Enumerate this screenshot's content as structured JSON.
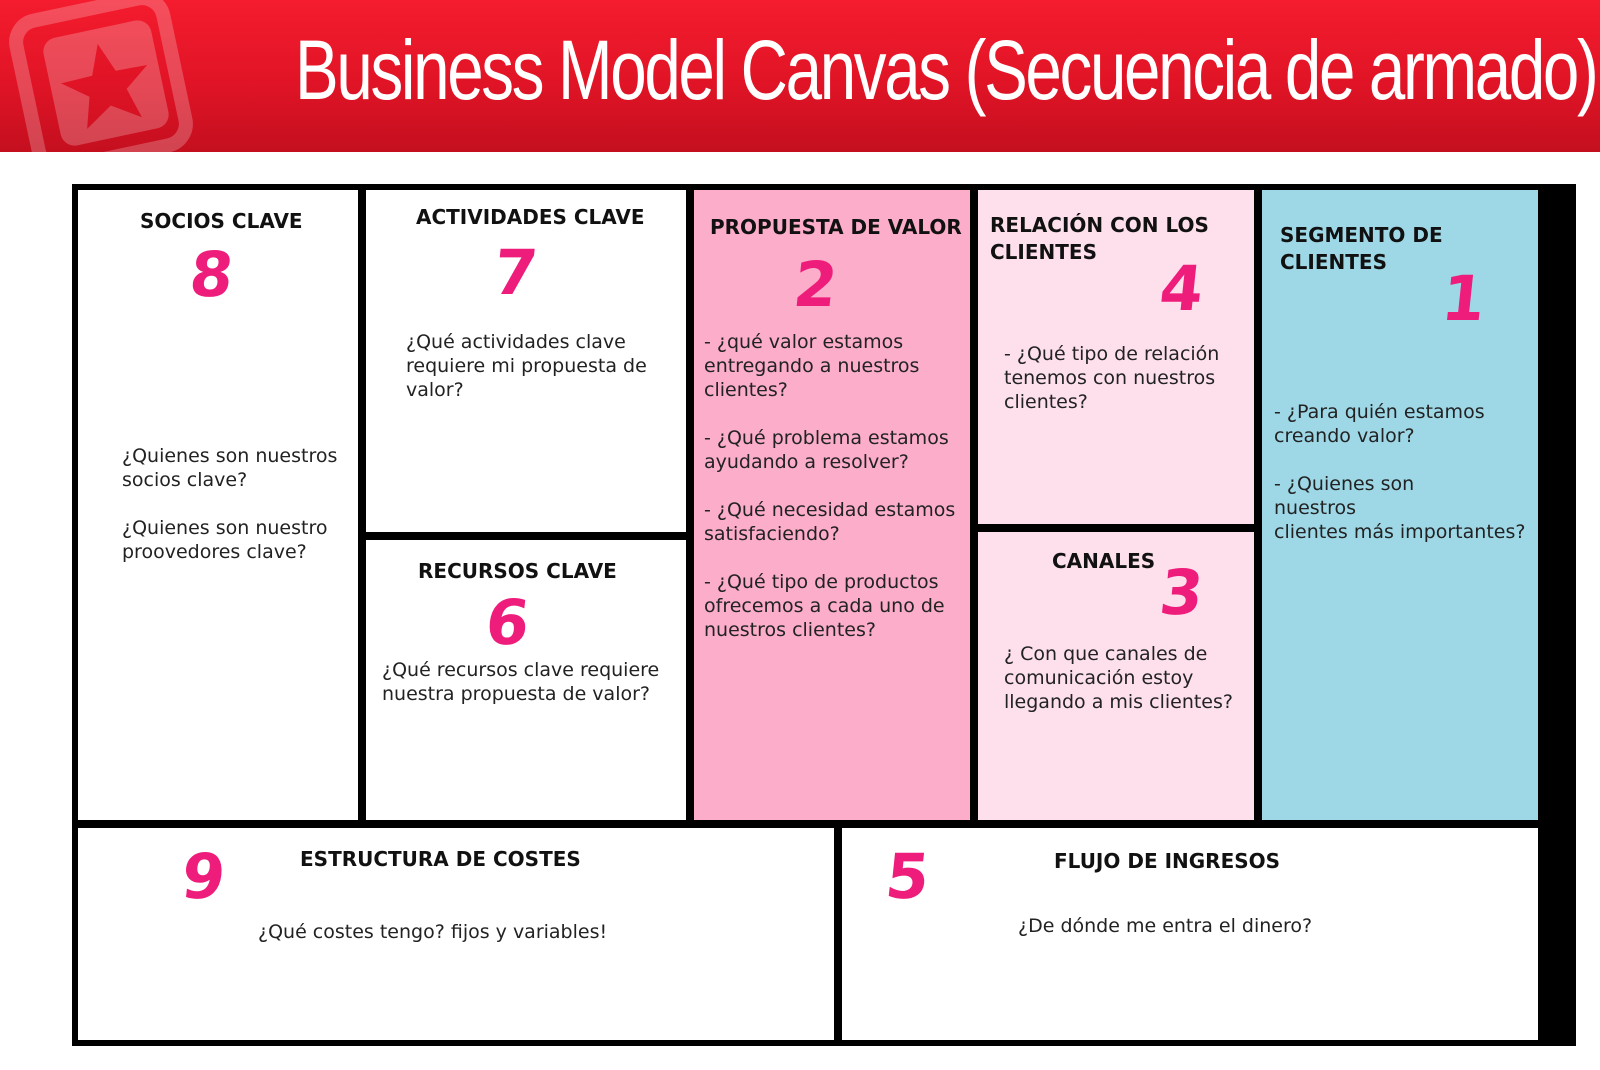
{
  "header": {
    "title": "Business Model Canvas (Secuencia de armado)"
  },
  "colors": {
    "banner": "#e01426",
    "propuesta_bg": "#fbadc9",
    "relacion_canales_bg": "#fde0ec",
    "segmento_bg": "#9ed8e7",
    "step_number": "#ee1c7b"
  },
  "blocks": {
    "socios": {
      "title": "SOCIOS CLAVE",
      "step": "8",
      "text": "¿Quienes son nuestros\nsocios clave?\n\n¿Quienes son nuestro\nproovedores clave?"
    },
    "actividades": {
      "title": "ACTIVIDADES CLAVE",
      "step": "7",
      "text": "¿Qué actividades clave\nrequiere mi propuesta de\nvalor?"
    },
    "recursos": {
      "title": "RECURSOS CLAVE",
      "step": "6",
      "text": "¿Qué recursos clave requiere\nnuestra propuesta de valor?"
    },
    "propuesta": {
      "title": "PROPUESTA DE VALOR",
      "step": "2",
      "text": "- ¿qué valor estamos\nentregando a nuestros\nclientes?\n\n- ¿Qué problema estamos\nayudando a resolver?\n\n- ¿Qué necesidad estamos\nsatisfaciendo?\n\n- ¿Qué tipo de productos\nofrecemos a cada uno de\nnuestros clientes?"
    },
    "relacion": {
      "title": "RELACIÓN CON LOS\nCLIENTES",
      "step": "4",
      "text": "- ¿Qué tipo de relación\ntenemos con nuestros\nclientes?"
    },
    "canales": {
      "title": "CANALES",
      "step": "3",
      "text": "¿ Con que canales de\ncomunicación estoy\nllegando a mis clientes?"
    },
    "segmento": {
      "title": "SEGMENTO DE\nCLIENTES",
      "step": "1",
      "text": " - ¿Para quién estamos\ncreando valor?\n\n- ¿Quienes son\nnuestros\nclientes más importantes?"
    },
    "costes": {
      "title": "ESTRUCTURA DE COSTES",
      "step": "9",
      "text": "¿Qué costes tengo? fijos y variables!"
    },
    "ingresos": {
      "title": "FLUJO DE INGRESOS",
      "step": "5",
      "text": "¿De dónde me entra el dinero?"
    }
  }
}
